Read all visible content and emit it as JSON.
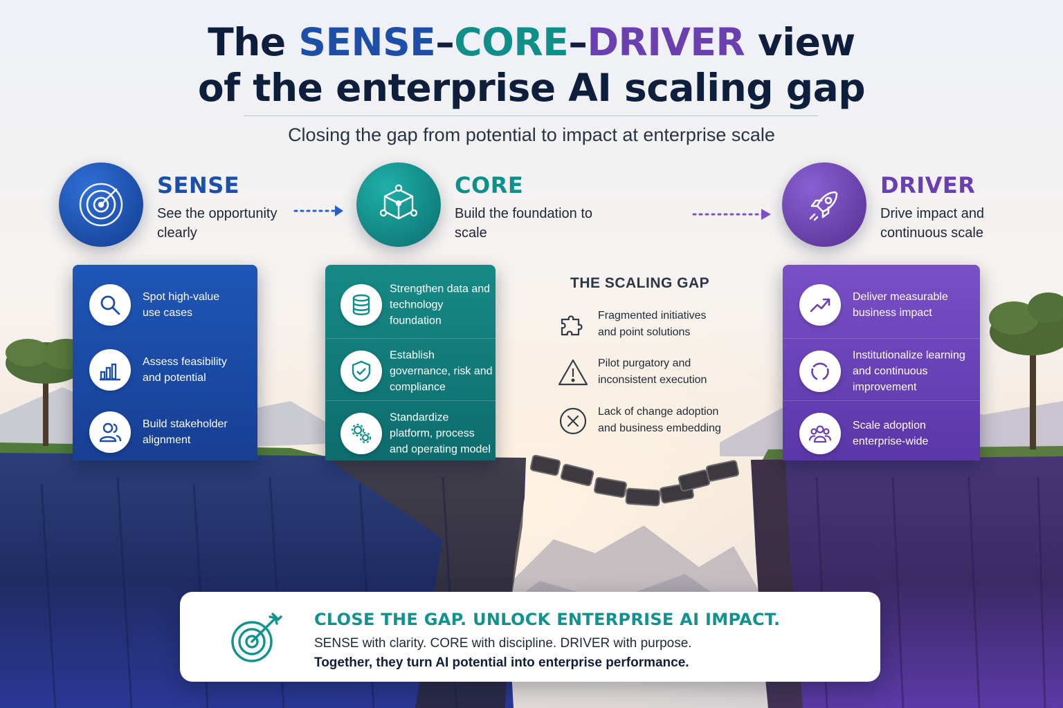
{
  "title": {
    "pre": "The ",
    "sense": "SENSE",
    "dash1": "–",
    "core": "CORE",
    "dash2": "–",
    "driver": "DRIVER",
    "post": " view",
    "line2": "of the enterprise AI scaling gap"
  },
  "subtitle": "Closing the gap from potential to impact at enterprise scale",
  "colors": {
    "sense": "#1d4fa8",
    "core": "#0f8f8a",
    "driver": "#6a3fb0",
    "navy": "#0e1f3d",
    "callout_accent": "#11928e"
  },
  "pillars": [
    {
      "name": "SENSE",
      "description": "See the opportunity clearly",
      "icon": "radar-icon",
      "items": [
        {
          "text": "Spot high-value use cases",
          "icon": "search-icon"
        },
        {
          "text": "Assess feasibility and potential",
          "icon": "bar-chart-icon"
        },
        {
          "text": "Build stakeholder alignment",
          "icon": "users-icon"
        }
      ]
    },
    {
      "name": "CORE",
      "description": "Build the foundation to scale",
      "icon": "cube-network-icon",
      "items": [
        {
          "text": "Strengthen data and technology foundation",
          "icon": "database-icon"
        },
        {
          "text": "Establish governance, risk and compliance",
          "icon": "shield-check-icon"
        },
        {
          "text": "Standardize platform, process and operating model",
          "icon": "gears-icon"
        }
      ]
    },
    {
      "name": "DRIVER",
      "description": "Drive impact and continuous scale",
      "icon": "rocket-icon",
      "items": [
        {
          "text": "Deliver measurable business impact",
          "icon": "trend-up-icon"
        },
        {
          "text": "Institutionalize learning and continuous improvement",
          "icon": "cycle-icon"
        },
        {
          "text": "Scale adoption enterprise-wide",
          "icon": "group-icon"
        }
      ]
    }
  ],
  "scaling_gap": {
    "title": "THE SCALING GAP",
    "items": [
      {
        "text": "Fragmented initiatives and point solutions",
        "icon": "puzzle-icon"
      },
      {
        "text": "Pilot purgatory and inconsistent execution",
        "icon": "warning-icon"
      },
      {
        "text": "Lack of change adoption and business embedding",
        "icon": "x-circle-icon"
      }
    ]
  },
  "callout": {
    "headline": "CLOSE THE GAP. UNLOCK ENTERPRISE AI IMPACT.",
    "line1": "SENSE with clarity. CORE with discipline. DRIVER with purpose.",
    "line2": "Together, they turn AI potential into enterprise performance.",
    "icon": "target-arrow-icon"
  }
}
